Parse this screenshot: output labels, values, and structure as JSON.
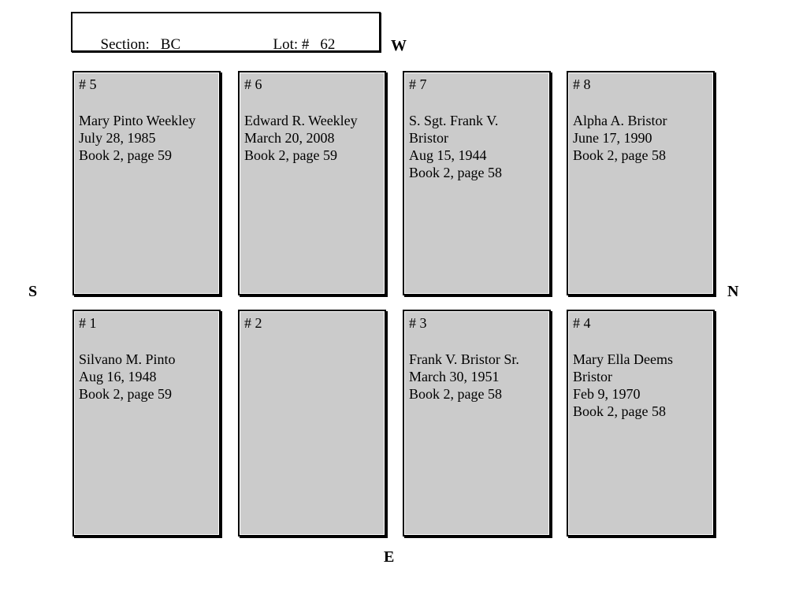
{
  "header": {
    "section_label": "Section:",
    "section_value": "BC",
    "lot_label": "Lot: #",
    "lot_value": "62"
  },
  "compass": {
    "west": "W",
    "south": "S",
    "north": "N",
    "east": "E"
  },
  "plots": [
    {
      "number": "# 5",
      "lines": [
        "Mary Pinto Weekley",
        "July 28, 1985",
        "Book 2, page 59"
      ]
    },
    {
      "number": "# 6",
      "lines": [
        "Edward R. Weekley",
        "March 20, 2008",
        "Book 2, page 59"
      ]
    },
    {
      "number": "# 7",
      "lines": [
        "S. Sgt. Frank V.",
        "Bristor",
        "Aug 15, 1944",
        "Book 2, page 58"
      ]
    },
    {
      "number": "# 8",
      "lines": [
        "Alpha A. Bristor",
        "June 17, 1990",
        "Book 2, page 58"
      ]
    },
    {
      "number": "# 1",
      "lines": [
        "Silvano M. Pinto",
        "Aug 16, 1948",
        "Book 2, page 59"
      ]
    },
    {
      "number": "# 2",
      "lines": []
    },
    {
      "number": "# 3",
      "lines": [
        "Frank V. Bristor Sr.",
        "March 30, 1951",
        "Book 2, page 58"
      ]
    },
    {
      "number": "# 4",
      "lines": [
        "Mary Ella Deems",
        "Bristor",
        "Feb 9, 1970",
        "Book 2, page 58"
      ]
    }
  ],
  "colors": {
    "plot_fill": "#cbcbcb",
    "border": "#000000",
    "page_background": "#ffffff"
  }
}
